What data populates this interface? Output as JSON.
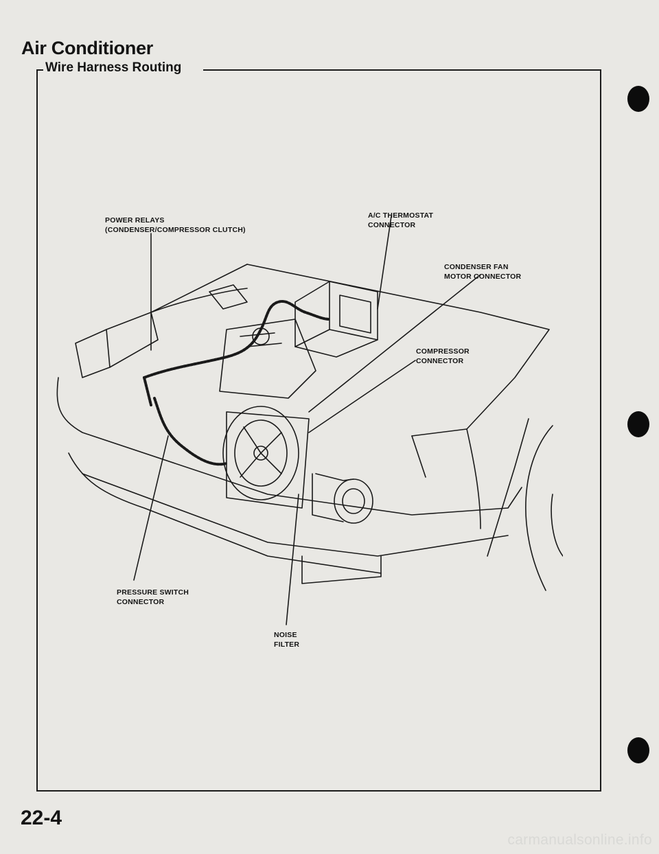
{
  "header": {
    "title": "Air Conditioner",
    "section": "Wire Harness Routing"
  },
  "callouts": {
    "power_relays": "POWER RELAYS\n(CONDENSER/COMPRESSOR CLUTCH)",
    "thermostat": "A/C THERMOSTAT\nCONNECTOR",
    "condenser_fan": "CONDENSER FAN\nMOTOR CONNECTOR",
    "compressor": "COMPRESSOR\nCONNECTOR",
    "pressure_switch": "PRESSURE SWITCH\nCONNECTOR",
    "noise_filter": "NOISE\nFILTER"
  },
  "footer": {
    "page_number": "22-4",
    "watermark": "carmanualsonline.info"
  }
}
